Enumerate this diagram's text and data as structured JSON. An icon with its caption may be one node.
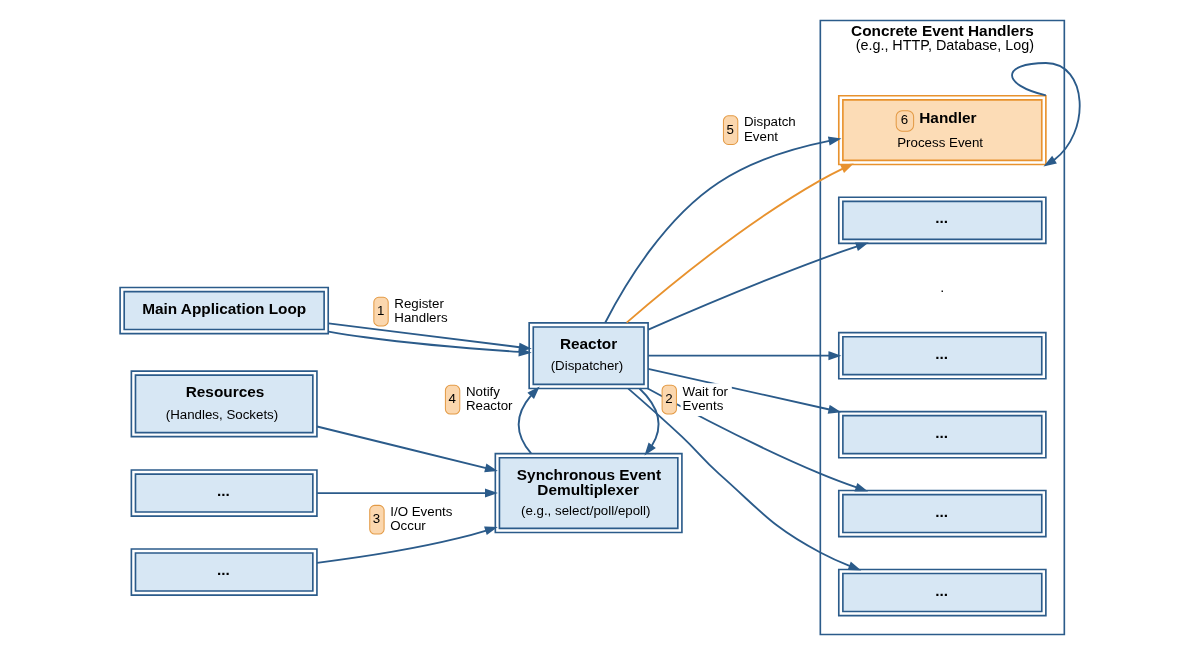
{
  "diagram": {
    "nodes": [
      {
        "text": [
          "Main Application Loop"
        ]
      },
      {
        "text": [
          "Reactor",
          "(Dispatcher)"
        ]
      },
      {
        "text": [
          "Concrete Event Handlers",
          "(e.g., HTTP, Database, Log)"
        ]
      },
      {
        "text": [
          "6",
          "Handler",
          "Process Event"
        ],
        "in": 2
      },
      {
        "text": [
          "..."
        ],
        "in": 2
      },
      {
        "text": [
          "..."
        ],
        "in": 2
      },
      {
        "text": [
          "..."
        ],
        "in": 2
      },
      {
        "text": [
          "..."
        ],
        "in": 2
      },
      {
        "text": [
          "..."
        ],
        "in": 2
      },
      {
        "text": [
          "Resources",
          "(Handles, Sockets)"
        ]
      },
      {
        "text": [
          "..."
        ]
      },
      {
        "text": [
          "..."
        ]
      },
      {
        "text": [
          "Synchronous Event Demultiplexer",
          "(e.g., select/poll/epoll)"
        ]
      }
    ],
    "edges": [
      {
        "from": 0,
        "to": 1,
        "arrow": "to",
        "label": "1 Register Handlers"
      },
      {
        "from": 0,
        "to": 1,
        "arrow": "to"
      },
      {
        "from": 1,
        "to": 12,
        "arrow": "to",
        "label": "2 Wait for Events"
      },
      {
        "from": 9,
        "to": 12,
        "arrow": "to"
      },
      {
        "from": 10,
        "to": 12,
        "arrow": "to"
      },
      {
        "from": 11,
        "to": 12,
        "arrow": "to",
        "label": "3 I/O Events Occur"
      },
      {
        "from": 12,
        "to": 1,
        "arrow": "to",
        "label": "4 Notify Reactor"
      },
      {
        "from": 1,
        "to": 3,
        "arrow": "to",
        "label": "5 Dispatch Event"
      },
      {
        "from": 1,
        "to": 3,
        "arrow": "to",
        "color": "#e8922e"
      },
      {
        "from": 1,
        "to": 4,
        "arrow": "to"
      },
      {
        "from": 1,
        "to": 5,
        "arrow": "to"
      },
      {
        "from": 1,
        "to": 6,
        "arrow": "to"
      },
      {
        "from": 1,
        "to": 7,
        "arrow": "to"
      },
      {
        "from": 1,
        "to": 8,
        "arrow": "to"
      },
      {
        "from": 3,
        "to": 3,
        "arrow": "to"
      }
    ],
    "labels": [
      "."
    ]
  }
}
